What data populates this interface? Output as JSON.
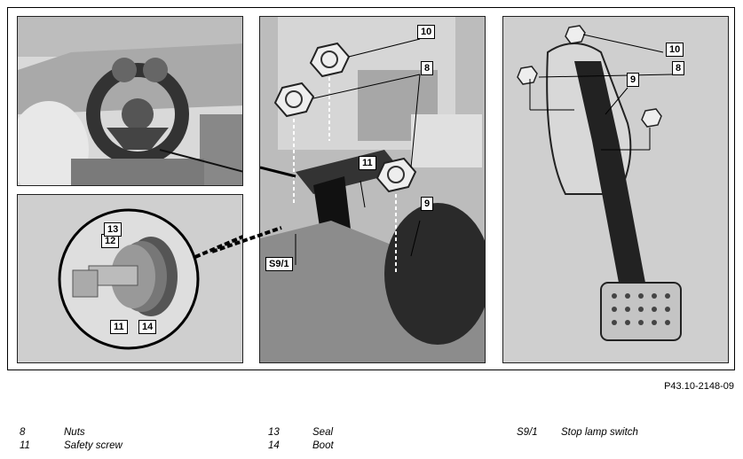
{
  "figure_ref": "P43.10-2148-09",
  "callouts": {
    "nuts": "8",
    "safety_screw": "11",
    "seal": "13",
    "boot": "14",
    "stop_lamp_switch": "S9/1",
    "label_9": "9",
    "label_10": "10",
    "label_12": "12"
  },
  "legend": [
    {
      "num": "8",
      "text": "Nuts"
    },
    {
      "num": "11",
      "text": "Safety screw"
    },
    {
      "num": "13",
      "text": "Seal"
    },
    {
      "num": "14",
      "text": "Boot"
    },
    {
      "num": "S9/1",
      "text": "Stop lamp switch"
    }
  ]
}
